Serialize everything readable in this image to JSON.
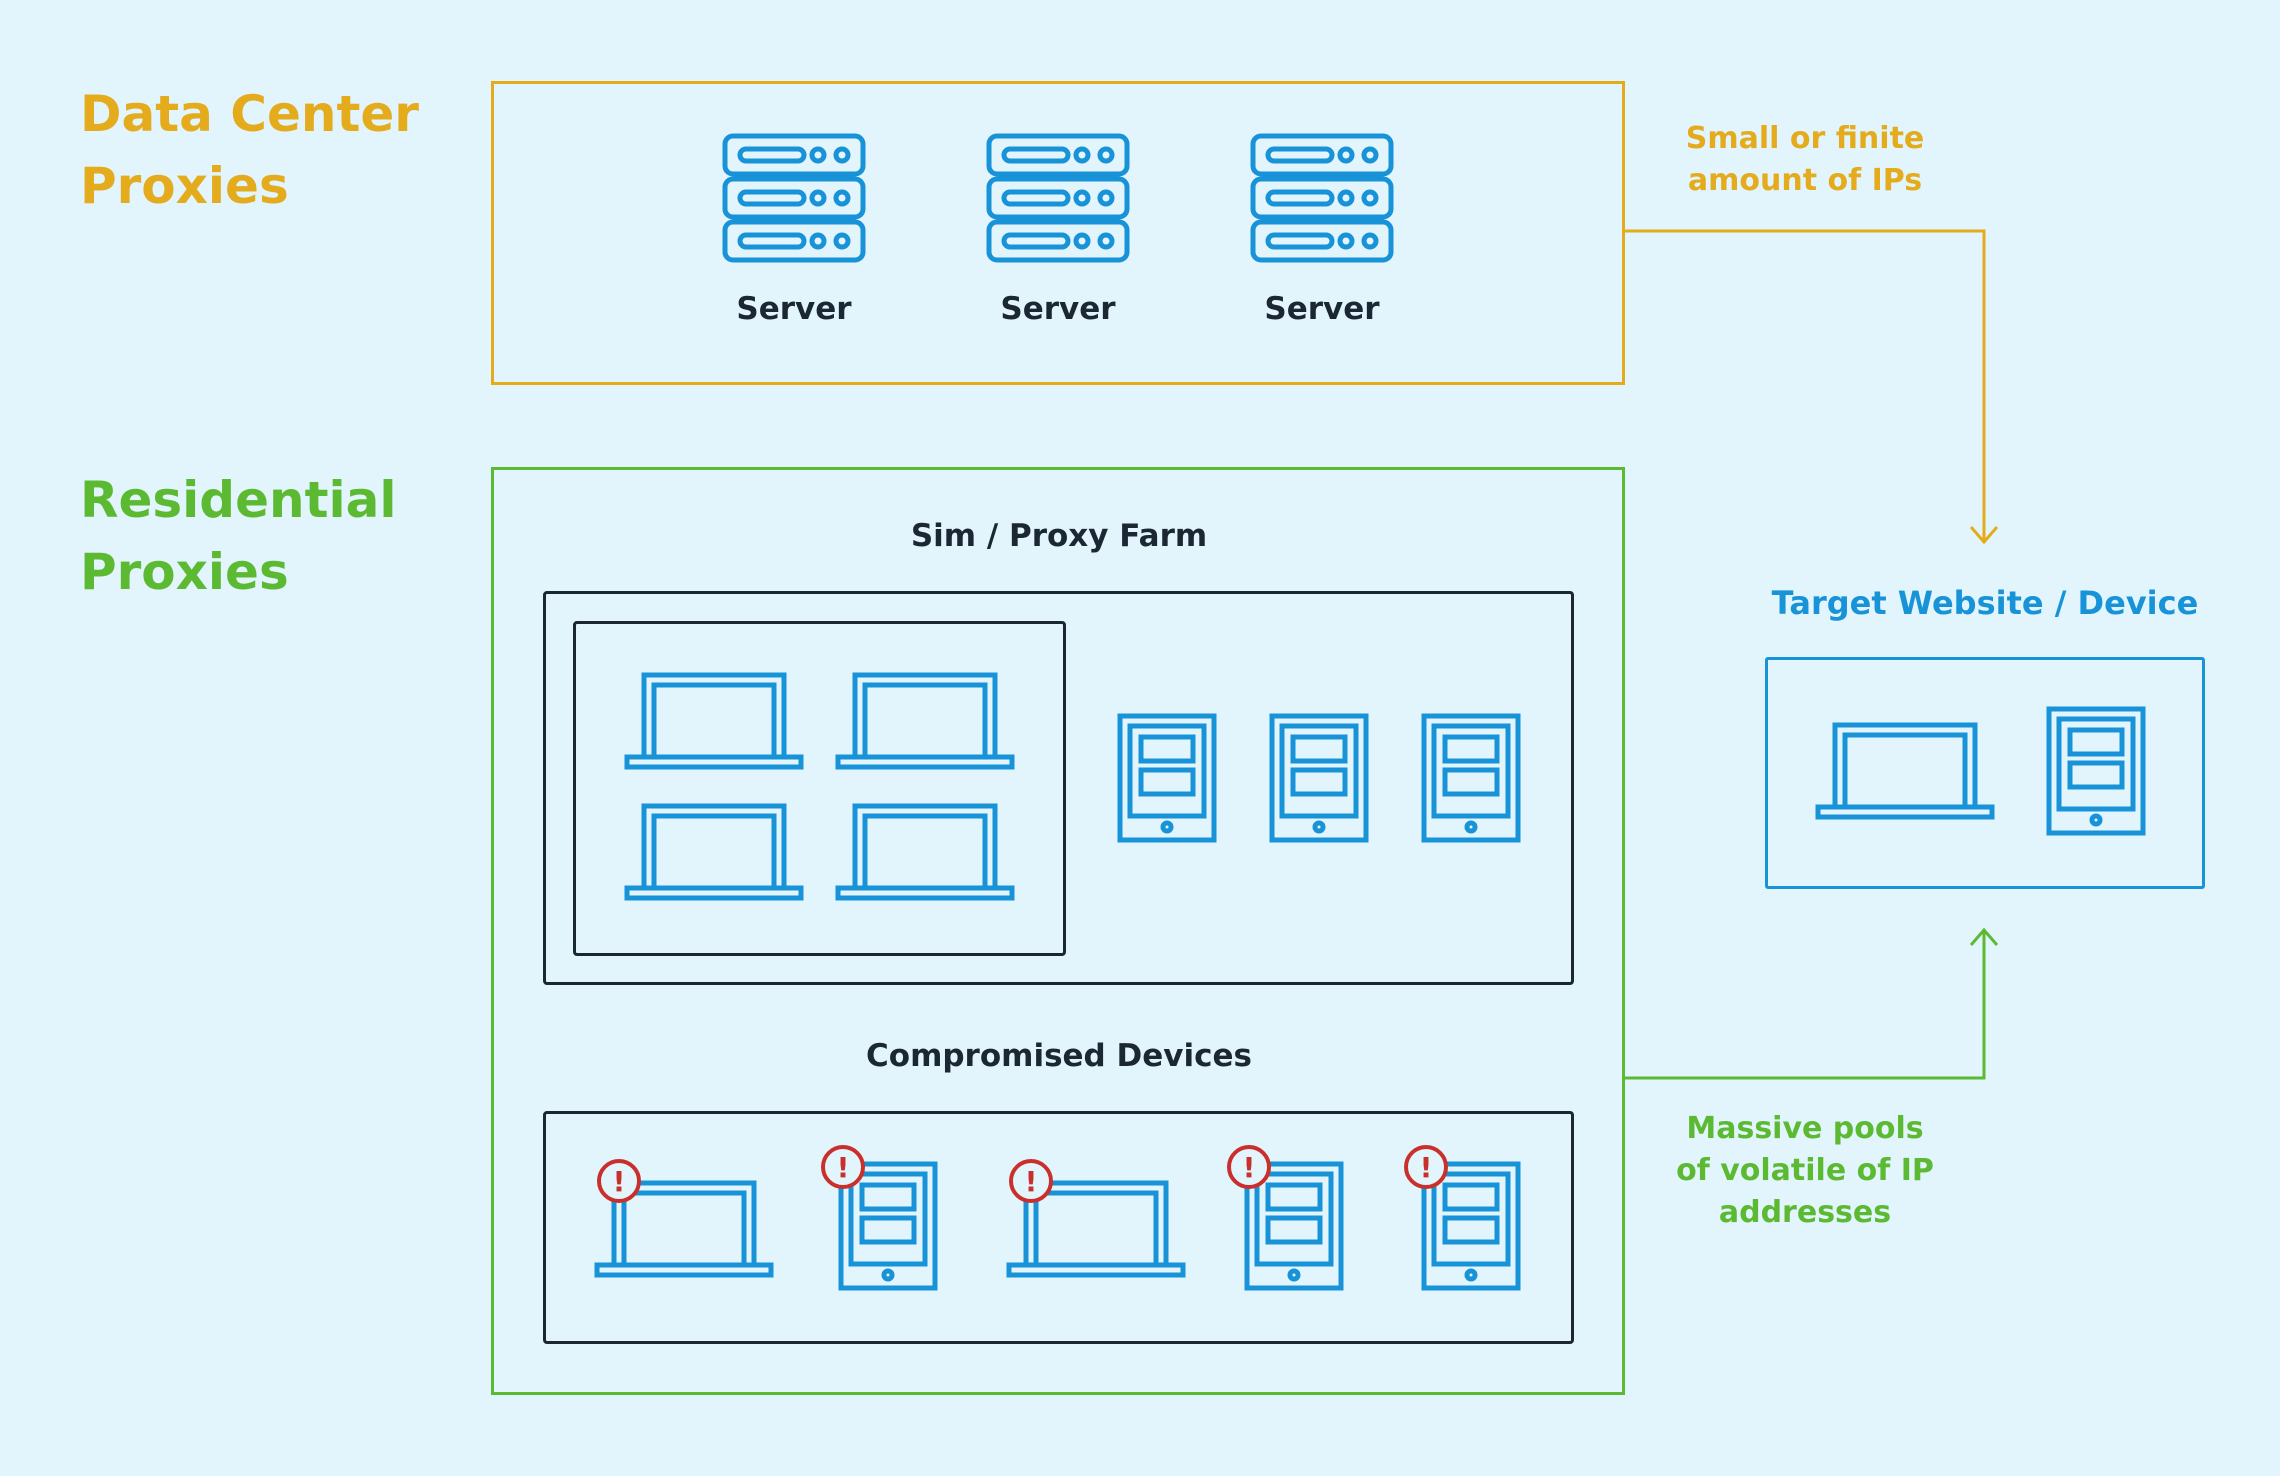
{
  "colors": {
    "background": "#e2f4fc",
    "data_center": "#e4ab1d",
    "residential": "#5cba32",
    "device_blue": "#1893d8",
    "dark": "#1b2733",
    "alert_red": "#c9302c"
  },
  "sections": {
    "data_center": {
      "title_line1": "Data Center",
      "title_line2": "Proxies"
    },
    "residential": {
      "title_line1": "Residential",
      "title_line2": "Proxies"
    }
  },
  "servers": [
    {
      "label": "Server",
      "icon": "server-icon"
    },
    {
      "label": "Server",
      "icon": "server-icon"
    },
    {
      "label": "Server",
      "icon": "server-icon"
    }
  ],
  "sim_farm": {
    "title": "Sim / Proxy Farm",
    "laptops": [
      "laptop-icon",
      "laptop-icon",
      "laptop-icon",
      "laptop-icon"
    ],
    "phones": [
      "phone-icon",
      "phone-icon",
      "phone-icon"
    ]
  },
  "compromised": {
    "title": "Compromised Devices",
    "devices": [
      {
        "icon": "laptop-icon",
        "alert": "!"
      },
      {
        "icon": "phone-icon",
        "alert": "!"
      },
      {
        "icon": "laptop-icon",
        "alert": "!"
      },
      {
        "icon": "phone-icon",
        "alert": "!"
      },
      {
        "icon": "phone-icon",
        "alert": "!"
      }
    ]
  },
  "target": {
    "title": "Target Website / Device",
    "devices": [
      "laptop-icon",
      "phone-icon"
    ]
  },
  "notes": {
    "data_center": {
      "line1": "Small or finite",
      "line2": "amount of IPs"
    },
    "residential": {
      "line1": "Massive pools",
      "line2": "of volatile of IP",
      "line3": "addresses"
    }
  }
}
